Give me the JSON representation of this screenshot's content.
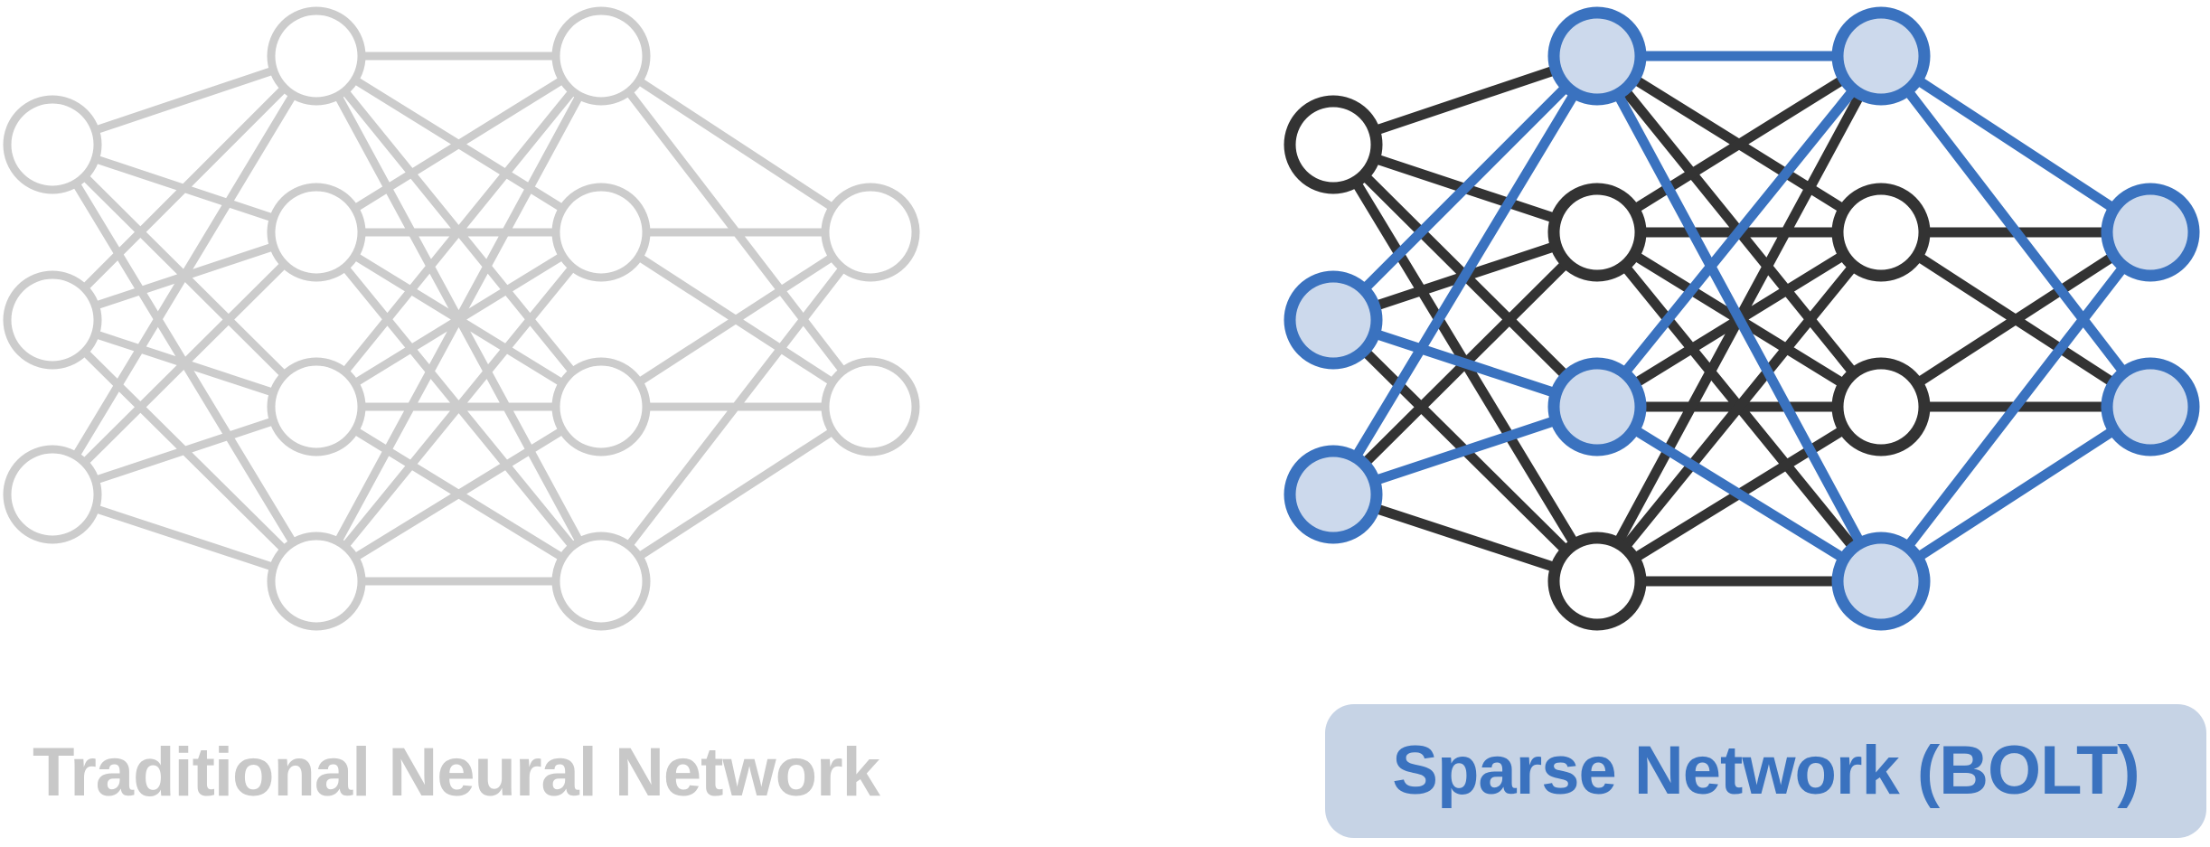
{
  "colors": {
    "traditional_stroke": "#cccccc",
    "sparse_inactive_stroke": "#333333",
    "sparse_active_stroke": "#3a72bf",
    "sparse_active_fill": "#ccd9ec",
    "node_fill": "#ffffff",
    "label_traditional": "#c8c8c8",
    "label_sparse": "#3a72bf",
    "label_sparse_bg": "#c6d3e5"
  },
  "traditional_network": {
    "label": "Traditional Neural Network",
    "layer_sizes": [
      3,
      4,
      4,
      2
    ]
  },
  "sparse_network": {
    "label": "Sparse Network (BOLT)",
    "layer_sizes": [
      3,
      4,
      4,
      2
    ],
    "active_nodes": {
      "layer_0": [
        1,
        2
      ],
      "layer_1": [
        0,
        2
      ],
      "layer_2": [
        0,
        3
      ],
      "layer_3": [
        0,
        1
      ]
    }
  }
}
